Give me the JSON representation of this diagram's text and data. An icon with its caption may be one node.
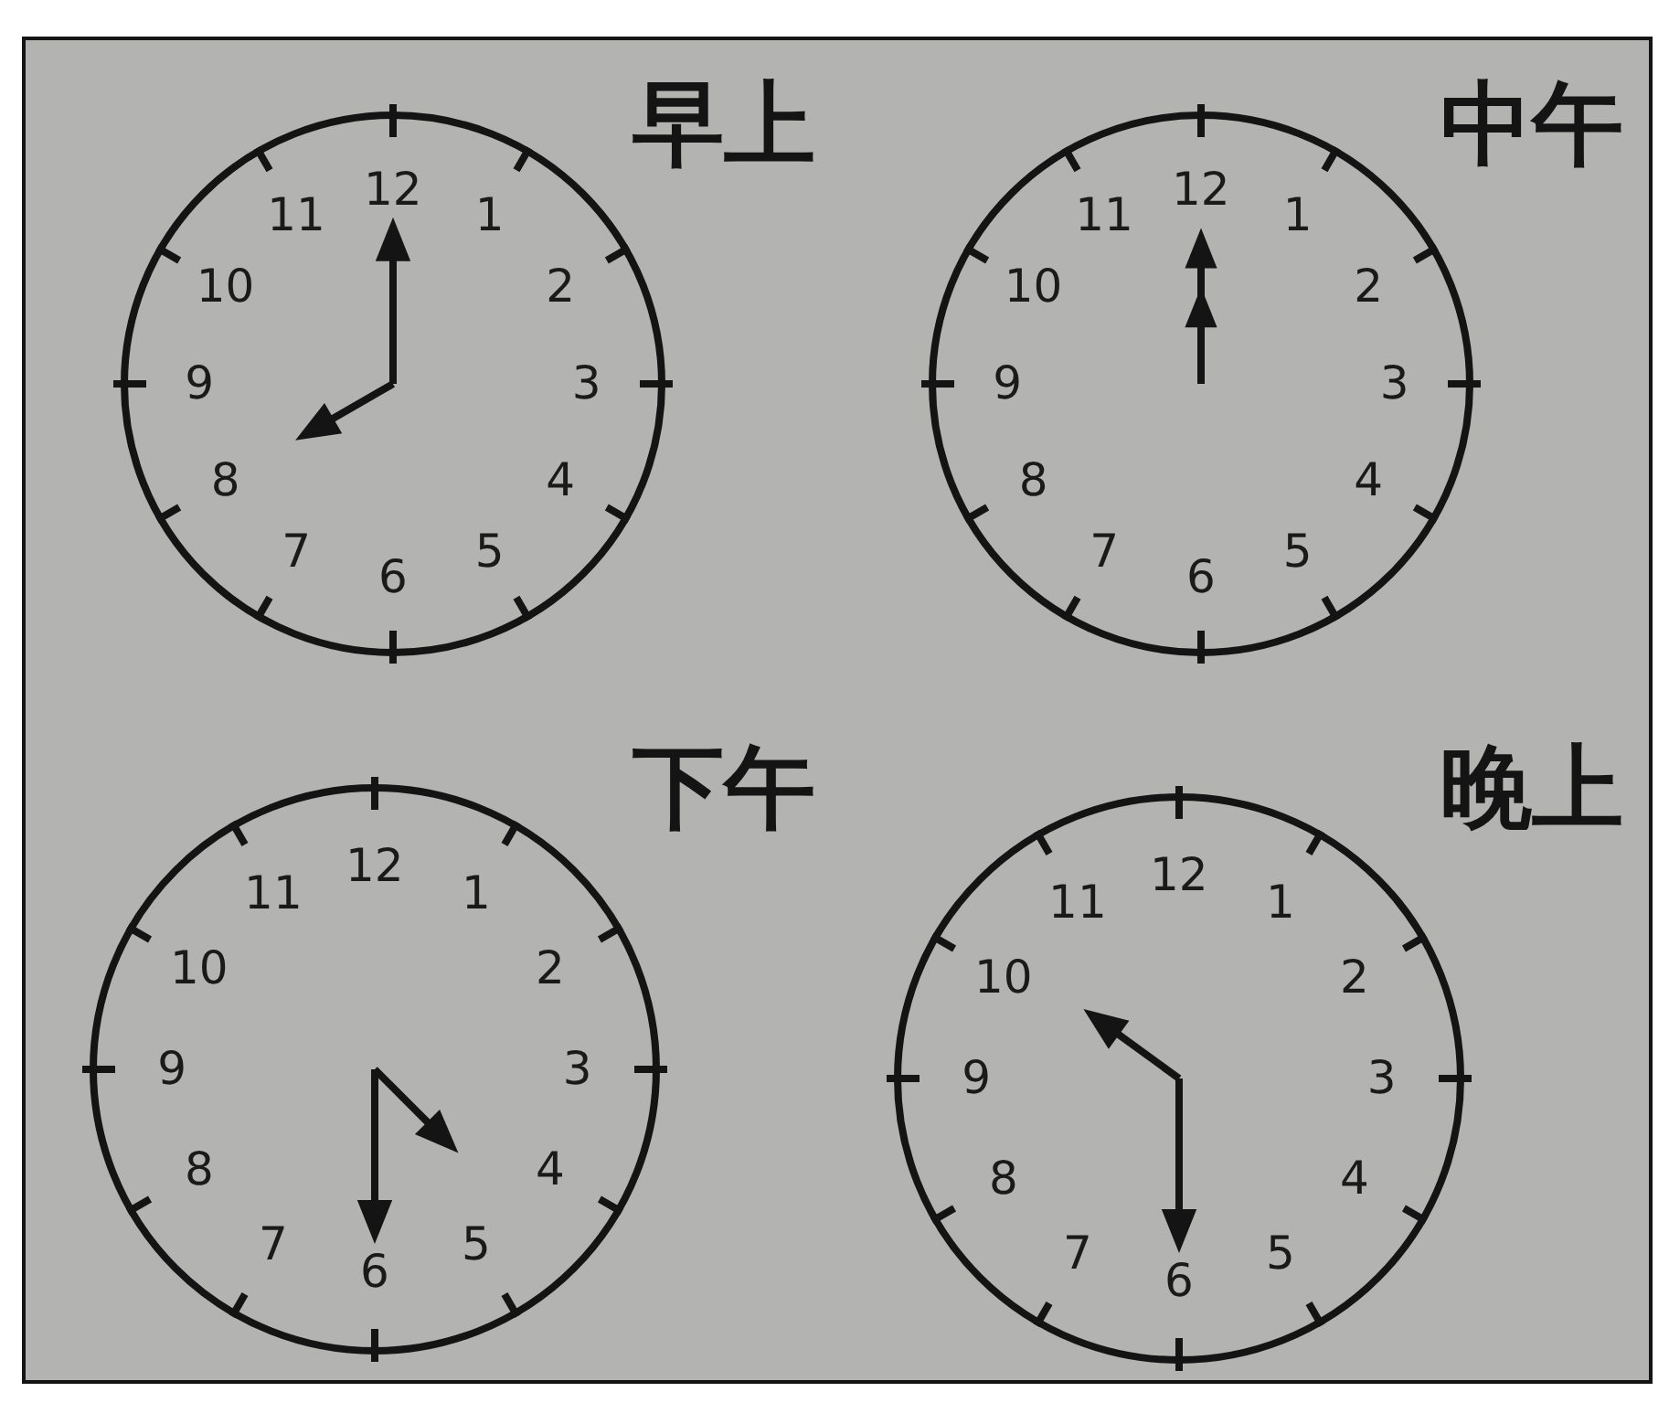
{
  "diagram": {
    "nodes": [
      {
        "text": [
          "早上"
        ]
      },
      {
        "text": [
          "中午"
        ]
      },
      {
        "text": [
          "下午"
        ]
      },
      {
        "text": [
          "晚上"
        ]
      }
    ],
    "labels": [
      "12",
      "1",
      "2",
      "3",
      "4",
      "5",
      "6",
      "7",
      "8",
      "9",
      "10",
      "11",
      "12",
      "1",
      "2",
      "3",
      "4",
      "5",
      "6",
      "7",
      "8",
      "9",
      "10",
      "11",
      "12",
      "1",
      "2",
      "3",
      "4",
      "5",
      "6",
      "7",
      "8",
      "9",
      "10",
      "11",
      "12",
      "1",
      "2",
      "3",
      "4",
      "5",
      "6",
      "7",
      "8",
      "9",
      "10",
      "11"
    ]
  }
}
